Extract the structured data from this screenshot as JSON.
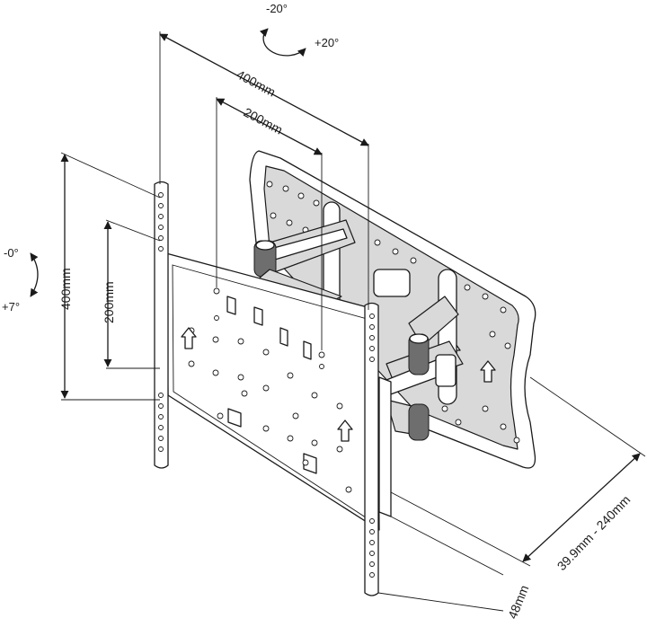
{
  "image": {
    "description_free": true
  },
  "labels": {
    "tilt_top": "-20°",
    "tilt_bottom": "+20°",
    "swivel_top": "-0°",
    "swivel_bottom": "+7°",
    "dim_horizontal_outer": "400mm",
    "dim_horizontal_inner": "200mm",
    "dim_vertical_outer": "400mm",
    "dim_vertical_inner": "200mm",
    "dim_depth": "39.9mm - 240mm",
    "dim_rail_depth": "48mm"
  },
  "colors": {
    "line": "#1a1a1a",
    "fill_light": "#d9d9d9",
    "fill_dark": "#6e6e6e",
    "background": "#ffffff"
  }
}
